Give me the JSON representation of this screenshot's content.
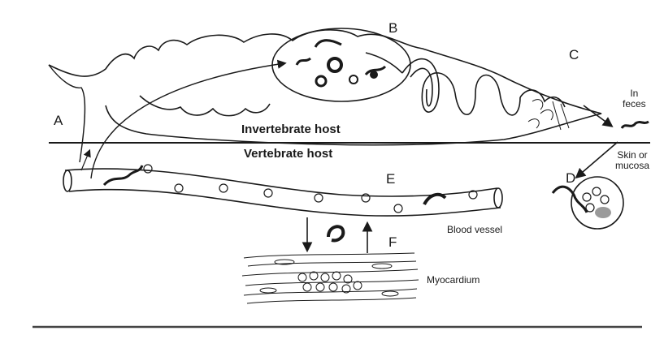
{
  "labels": {
    "a": "A",
    "b": "B",
    "c": "C",
    "d": "D",
    "e": "E",
    "f": "F"
  },
  "hosts": {
    "invertebrate": "Invertebrate host",
    "vertebrate": "Vertebrate host"
  },
  "annotations": {
    "in_feces_line1": "In",
    "in_feces_line2": "feces",
    "skin_line1": "Skin or",
    "skin_line2": "mucosa",
    "blood_vessel": "Blood vessel",
    "myocardium": "Myocardium"
  },
  "colors": {
    "ink": "#1a1a1a",
    "background": "#ffffff",
    "shade": "#9a9a9a"
  }
}
